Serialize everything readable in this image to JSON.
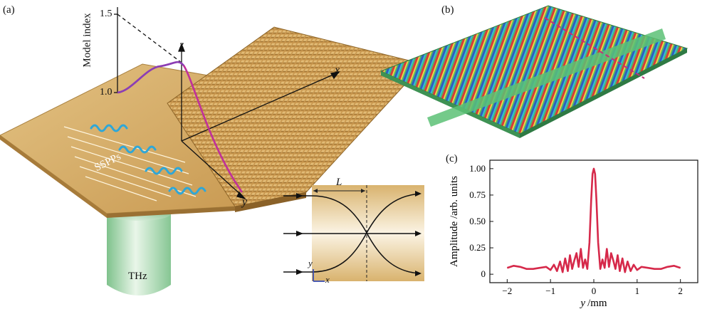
{
  "panel_a": {
    "label": "(a)",
    "yaxis_title": "Model index",
    "tick_top": "1.5",
    "tick_bottom": "1.0",
    "axis_z": "z",
    "axis_x": "x",
    "axis_y": "y",
    "sspp_label": "SSPPs",
    "source_label": "THz",
    "inset": {
      "length_label": "L",
      "axis_y": "y",
      "axis_x": "x"
    }
  },
  "panel_b": {
    "label": "(b)"
  },
  "panel_c": {
    "label": "(c)"
  },
  "chart_data": {
    "type": "line",
    "xlabel_var": "y",
    "xlabel_unit": "/mm",
    "ylabel": "Amplitude /arb. units",
    "xlim": [
      -2.4,
      2.4
    ],
    "ylim": [
      -0.08,
      1.08
    ],
    "xticks": [
      "−2",
      "−1",
      "0",
      "1",
      "2"
    ],
    "yticks": [
      "0",
      "0.25",
      "0.50",
      "0.75",
      "1.00"
    ],
    "color": "#d6294a",
    "x": [
      -2.0,
      -1.85,
      -1.7,
      -1.55,
      -1.4,
      -1.25,
      -1.1,
      -1.0,
      -0.92,
      -0.85,
      -0.78,
      -0.72,
      -0.66,
      -0.6,
      -0.55,
      -0.5,
      -0.45,
      -0.4,
      -0.35,
      -0.3,
      -0.25,
      -0.2,
      -0.15,
      -0.1,
      -0.06,
      -0.03,
      0.0,
      0.03,
      0.06,
      0.1,
      0.15,
      0.2,
      0.25,
      0.3,
      0.35,
      0.4,
      0.45,
      0.5,
      0.55,
      0.6,
      0.66,
      0.72,
      0.78,
      0.85,
      0.92,
      1.0,
      1.1,
      1.25,
      1.4,
      1.55,
      1.7,
      1.85,
      2.0
    ],
    "y": [
      0.06,
      0.08,
      0.07,
      0.05,
      0.05,
      0.06,
      0.07,
      0.04,
      0.09,
      0.03,
      0.12,
      0.02,
      0.15,
      0.03,
      0.18,
      0.05,
      0.13,
      0.2,
      0.07,
      0.24,
      0.06,
      0.14,
      0.05,
      0.3,
      0.7,
      0.95,
      1.0,
      0.95,
      0.7,
      0.3,
      0.05,
      0.14,
      0.06,
      0.24,
      0.07,
      0.2,
      0.13,
      0.05,
      0.18,
      0.03,
      0.15,
      0.02,
      0.12,
      0.03,
      0.09,
      0.04,
      0.07,
      0.06,
      0.05,
      0.05,
      0.07,
      0.08,
      0.06
    ]
  }
}
